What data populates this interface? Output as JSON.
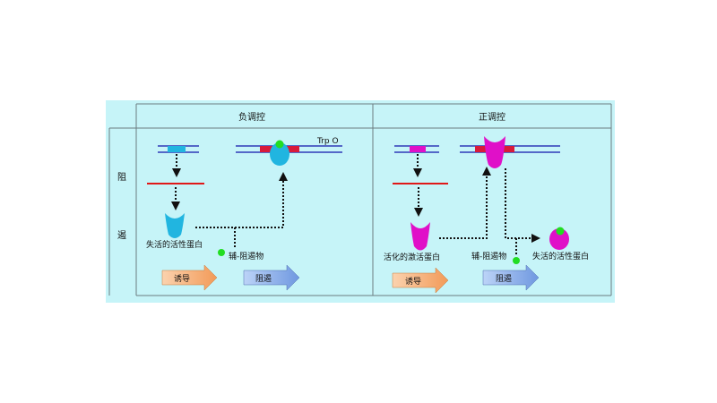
{
  "headers": {
    "negative": "负调控",
    "positive": "正调控"
  },
  "row_label": {
    "char1": "阻",
    "char2": "遏"
  },
  "negative": {
    "operator_label": "Trp O",
    "inactive_protein": "失活的活性蛋白",
    "corepressor": "辅-阻遏物",
    "arrow_induction": "诱导",
    "arrow_repression": "阻遏"
  },
  "positive": {
    "activated_protein": "活化的激活蛋白",
    "corepressor": "辅-阻遏物",
    "inactive_protein": "失活的活性蛋白",
    "arrow_induction": "诱导",
    "arrow_repression": "阻遏"
  },
  "colors": {
    "background": "#c6f4f8",
    "dna": "#2e3ab8",
    "mrna": "#e01818",
    "cyan_protein": "#21b5e0",
    "magenta_protein": "#e010c8",
    "corepressor": "#22dd22",
    "operator_red": "#d81a3a",
    "arrow_orange": "#f6b07a",
    "arrow_blue": "#8fb4ec"
  }
}
